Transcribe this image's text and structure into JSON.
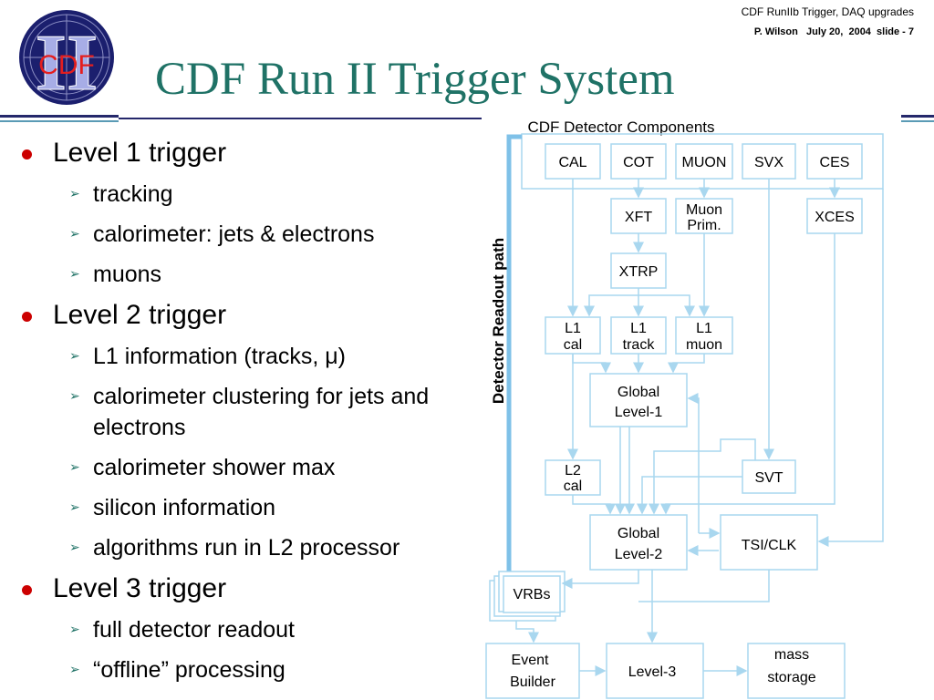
{
  "header": {
    "topline": "CDF RunIIb  Trigger, DAQ upgrades",
    "subline": "P. Wilson   July 20,  2004  slide - 7"
  },
  "logo": {
    "numeral": "II",
    "text": "CDF"
  },
  "title": "CDF Run II Trigger System",
  "bullets": [
    {
      "label": "Level 1 trigger",
      "subs": [
        "tracking",
        "calorimeter: jets & electrons",
        "muons"
      ]
    },
    {
      "label": "Level 2 trigger",
      "subs": [
        "L1 information (tracks, μ)",
        "calorimeter clustering for jets and electrons",
        "calorimeter shower max",
        "silicon information",
        "algorithms run in L2 processor"
      ]
    },
    {
      "label": "Level 3 trigger",
      "subs": [
        "full detector readout",
        "“offline” processing"
      ]
    }
  ],
  "diagram": {
    "components_title": "CDF Detector Components",
    "readout_label": "Detector Readout path",
    "detectors": [
      "CAL",
      "COT",
      "MUON",
      "SVX",
      "CES"
    ],
    "xft": "XFT",
    "muon_prim": [
      "Muon",
      "Prim."
    ],
    "xces": "XCES",
    "xtrp": "XTRP",
    "l1_cal": [
      "L1",
      "cal"
    ],
    "l1_track": [
      "L1",
      "track"
    ],
    "l1_muon": [
      "L1",
      "muon"
    ],
    "global_l1": [
      "Global",
      "Level-1"
    ],
    "l2_cal": [
      "L2",
      "cal"
    ],
    "svt": "SVT",
    "global_l2": [
      "Global",
      "Level-2"
    ],
    "tsi": "TSI/CLK",
    "vrbs": "VRBs",
    "event_builder": [
      "Event",
      "Builder"
    ],
    "level3": "Level-3",
    "storage": [
      "mass",
      "storage"
    ]
  },
  "colors": {
    "title": "#1f7266",
    "bullet": "#cc0000",
    "diagram_line": "#a9d7ef",
    "rule": "#25286b"
  }
}
